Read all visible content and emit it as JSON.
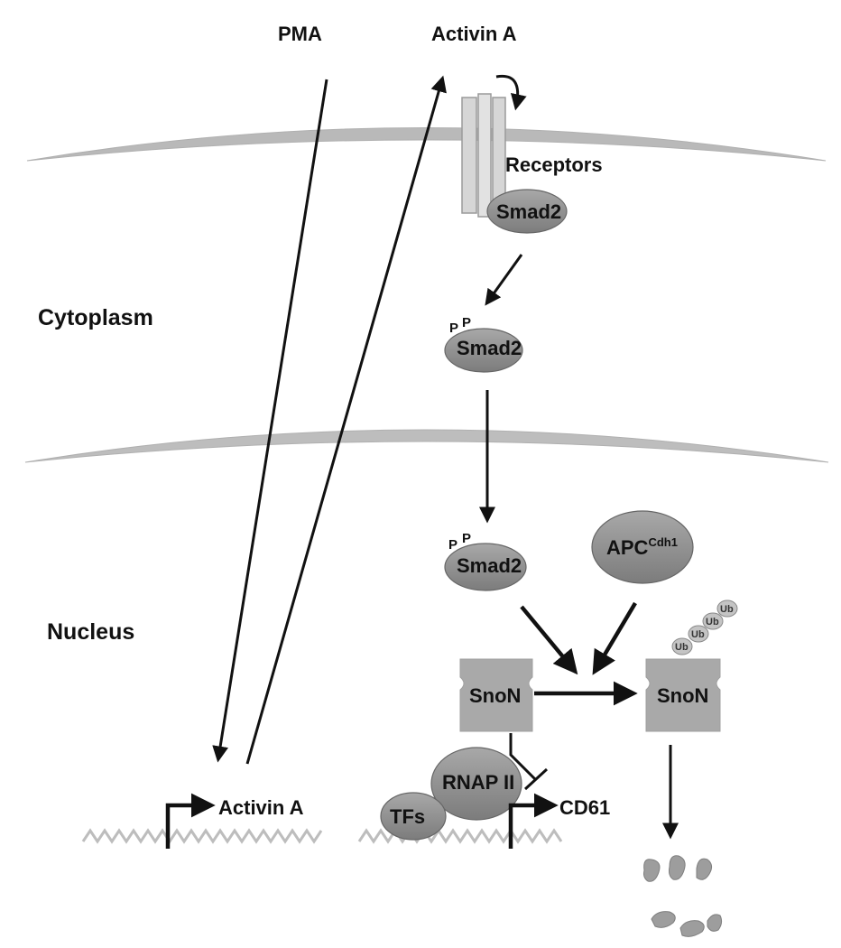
{
  "signals": {
    "pma": "PMA",
    "activin_top": "Activin A",
    "receptors": "Receptors"
  },
  "compartments": {
    "cytoplasm": "Cytoplasm",
    "nucleus": "Nucleus"
  },
  "proteins": {
    "smad2_receptor": "Smad2",
    "smad2_cyto": "Smad2",
    "smad2_nuclear": "Smad2",
    "phospho_mark": "P",
    "apc": "APC",
    "apc_superscript": "Cdh1",
    "snon_left": "SnoN",
    "snon_right": "SnoN",
    "ubiquitin": "Ub",
    "rnap": "RNAP II",
    "tfs": "TFs"
  },
  "genes": {
    "activin_gene": "Activin A",
    "cd61_gene": "CD61"
  },
  "colors": {
    "membrane": "#b9b9b9",
    "protein_fill": "#8e8e8e",
    "snon_fill": "#a9a9a9",
    "dna": "#bdbdbd",
    "fragment": "#9d9d9d",
    "receptor": "#d6d6d6"
  }
}
